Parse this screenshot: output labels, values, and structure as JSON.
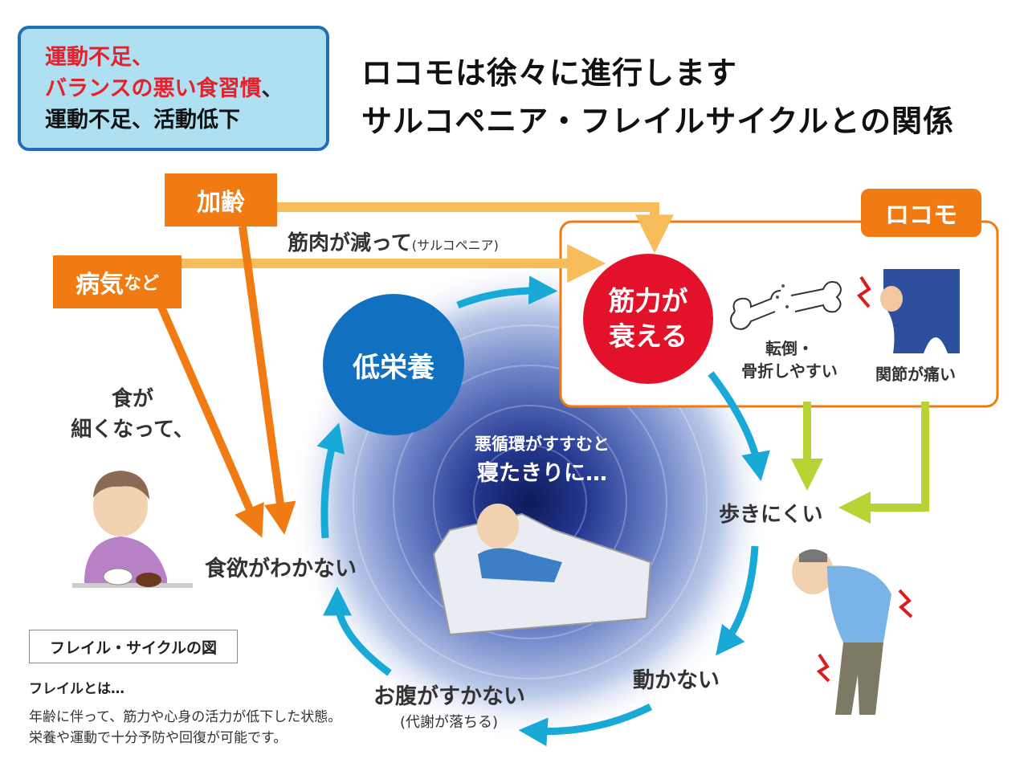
{
  "top_box": {
    "line1": "運動不足、",
    "line2a": "バランスの悪い食習慣",
    "line2b": "、",
    "line3": "運動不足、活動低下",
    "red": "#e6212b"
  },
  "title": {
    "line1": "ロコモは徐々に進行します",
    "line2": "サルコペニア・フレイルサイクルとの関係"
  },
  "labels": {
    "aging": "加齢",
    "illness_main": "病気",
    "illness_suffix": "など",
    "locomo": "ロコモ",
    "muscle_decrease": "筋肉が減って",
    "sarcopenia": "(サルコペニア)",
    "eating_less_1": "食が",
    "eating_less_2": "細くなって、",
    "undernutrition": "低栄養",
    "muscle_weak_1": "筋力が",
    "muscle_weak_2": "衰える",
    "fall_1": "転倒・",
    "fall_2": "骨折しやすい",
    "joint_pain": "関節が痛い",
    "vicious_1": "悪循環がすすむと",
    "vicious_2": "寝たきりに…",
    "hard_to_walk": "歩きにくい",
    "no_appetite": "食欲がわかない",
    "not_moving": "動かない",
    "not_hungry": "お腹がすかない",
    "metabolism": "(代謝が落ちる)"
  },
  "legend": {
    "title": "フレイル・サイクルの図",
    "definition_heading": "フレイルとは…",
    "definition_1": "年齢に伴って、筋力や心身の活力が低下した状態。",
    "definition_2": "栄養や運動で十分予防や回復が可能です。"
  },
  "colors": {
    "orange": "#ef7b12",
    "light_orange": "#f7bd5a",
    "cyan": "#19a9d6",
    "lime": "#b6d433",
    "blue_node": "#1270c0",
    "red_node": "#e3122a",
    "box_border": "#1e6fb8",
    "box_fill": "#aee0f2"
  }
}
